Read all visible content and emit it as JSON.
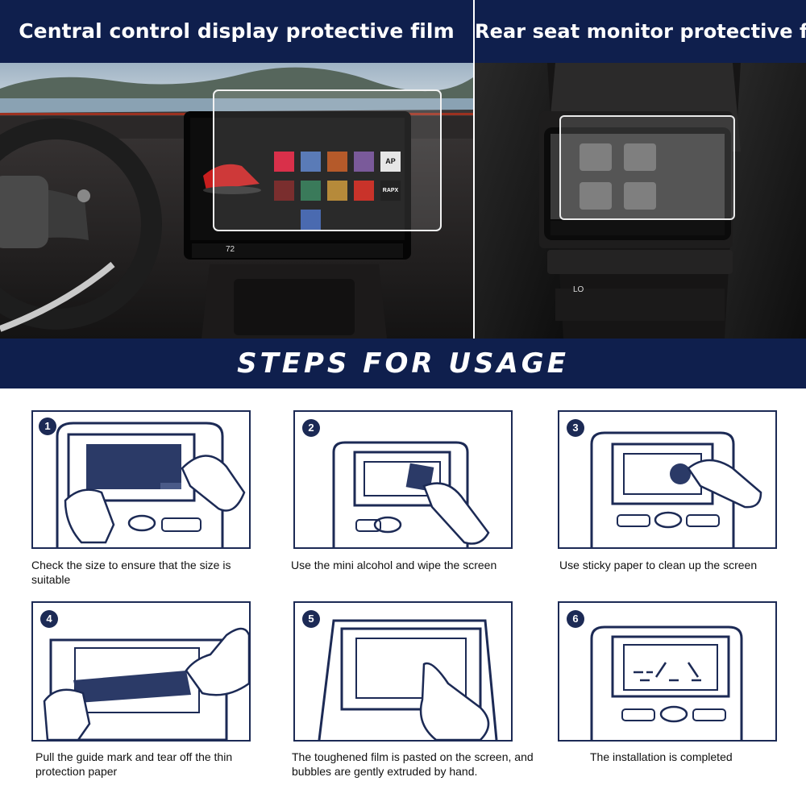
{
  "header": {
    "left_title": "Central control display protective film",
    "right_title": "Rear seat monitor protective film"
  },
  "center_screen": {
    "temperature": "72",
    "tiles": [
      "AP",
      "RAPX"
    ]
  },
  "rear_screen": {
    "temperature": "LO"
  },
  "steps_title": "STEPS FOR USAGE",
  "steps": [
    {
      "number": "1",
      "caption": "Check the size to ensure that the size is suitable"
    },
    {
      "number": "2",
      "caption": "Use the mini alcohol and wipe the screen"
    },
    {
      "number": "3",
      "caption": "Use sticky paper to clean up the screen"
    },
    {
      "number": "4",
      "caption": "Pull the guide mark and tear off the thin protection paper"
    },
    {
      "number": "5",
      "caption": "The toughened film is pasted on the screen, and bubbles are gently extruded by hand."
    },
    {
      "number": "6",
      "caption": "The installation is completed"
    }
  ],
  "colors": {
    "navy": "#0f1f4d",
    "line": "#1c2a55",
    "film_fill": "#2b3a67"
  }
}
